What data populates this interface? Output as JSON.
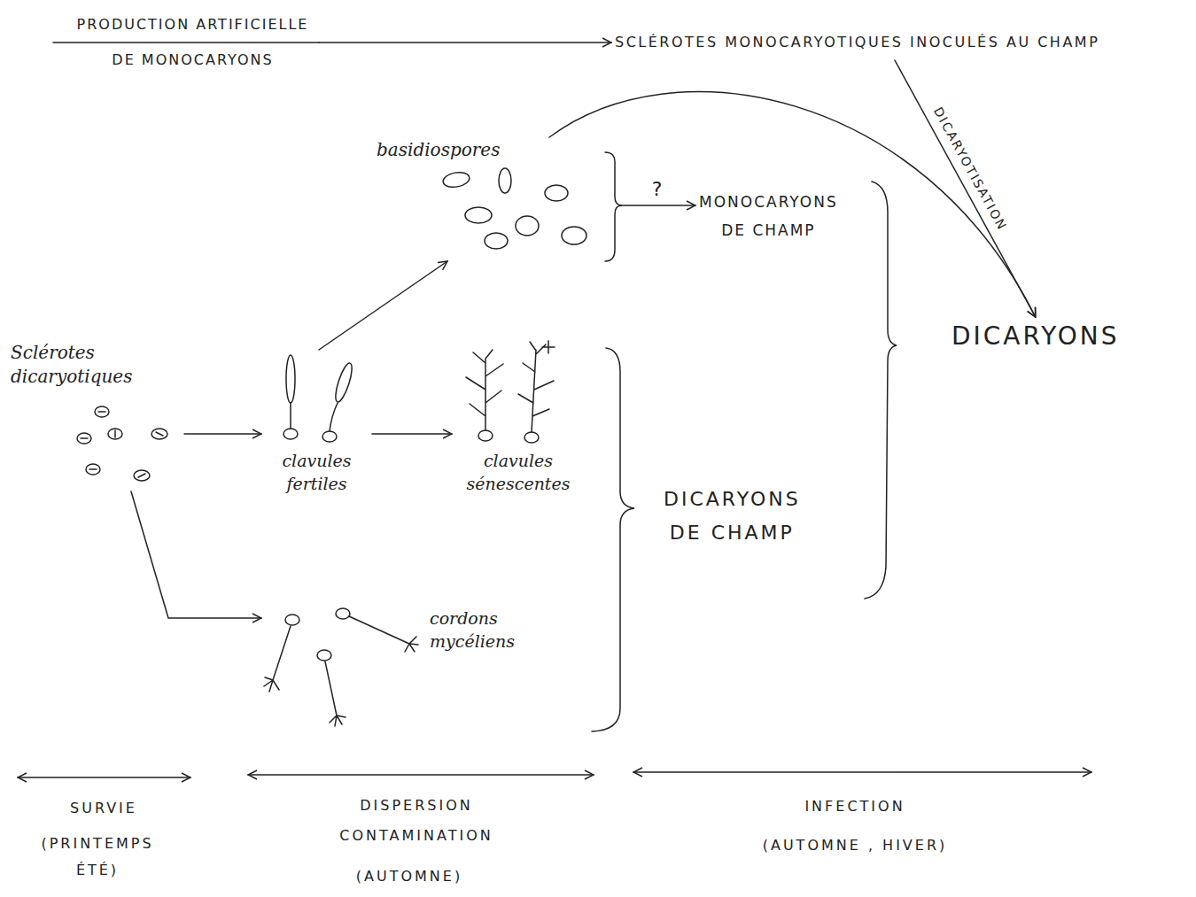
{
  "diagram": {
    "nodes": [
      {
        "text": [
          "PRODUCTION ARTIFICIELLE DE MONOCARYONS"
        ]
      },
      {
        "text": [
          "SCLÉROTES MONOCARYOTIQUES INOCULÉS AU CHAMP"
        ]
      },
      {
        "text": [
          "basidiospores"
        ]
      },
      {
        "text": [
          "MONOCARYONS DE CHAMP"
        ]
      },
      {
        "text": [
          "DICARYONS"
        ]
      },
      {
        "text": [
          "Sclérotes dicaryotiques"
        ]
      },
      {
        "text": [
          "clavules fertiles"
        ]
      },
      {
        "text": [
          "clavules sénescentes"
        ]
      },
      {
        "text": [
          "DICARYONS DE CHAMP"
        ]
      },
      {
        "text": [
          "cordons mycéliens"
        ]
      }
    ],
    "edges": [
      {
        "from": 0,
        "to": 1,
        "arrow": "to"
      },
      {
        "from": 1,
        "to": 4,
        "label": "DICARYOTISATION",
        "arrow": "to"
      },
      {
        "from": 2,
        "to": 4,
        "arrow": "to"
      },
      {
        "from": 2,
        "to": 3,
        "label": "?",
        "arrow": "to"
      },
      {
        "from": 5,
        "to": 6,
        "arrow": "to"
      },
      {
        "from": 5,
        "to": 9,
        "arrow": "to"
      },
      {
        "from": 6,
        "to": 2,
        "arrow": "to"
      },
      {
        "from": 6,
        "to": 7,
        "arrow": "to"
      }
    ],
    "labels": [
      "SURVIE",
      "(PRINTEMPS ÉTÉ)",
      "DISPERSION CONTAMINATION",
      "(AUTOMNE)",
      "INFECTION",
      "(AUTOMNE , HIVER)"
    ]
  }
}
